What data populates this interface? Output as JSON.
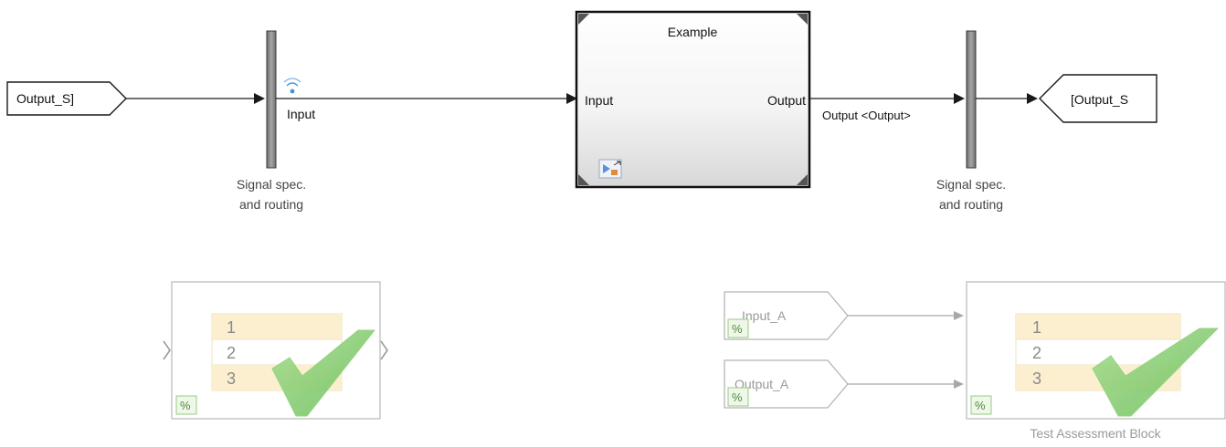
{
  "top": {
    "goto_left_label": "Output_S]",
    "left_bus_port_label": "Input",
    "left_bus_caption_line1": "Signal spec.",
    "left_bus_caption_line2": "and routing",
    "subsystem_title": "Example",
    "subsystem_in_port": "Input",
    "subsystem_out_port": "Output",
    "out_signal_label": "Output <Output>",
    "right_bus_caption_line1": "Signal spec.",
    "right_bus_caption_line2": "and routing",
    "goto_right_label": "[Output_S"
  },
  "bottom": {
    "left_assessment": {
      "rows": [
        "1",
        "2",
        "3"
      ],
      "badge": "%"
    },
    "inputs": [
      {
        "label": "Input_A",
        "badge": "%"
      },
      {
        "label": "Output_A",
        "badge": "%"
      }
    ],
    "right_assessment": {
      "rows": [
        "1",
        "2",
        "3"
      ],
      "badge": "%",
      "caption": "Test Assessment Block"
    }
  },
  "colors": {
    "row_fill": "#fbefd0",
    "check_fill": "#7dc66f",
    "wifi_icon": "#4a90d9",
    "bus_fill": "#8e8e8e"
  }
}
